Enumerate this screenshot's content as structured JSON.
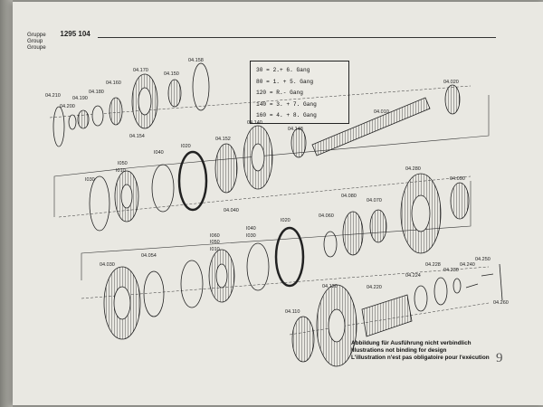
{
  "header": {
    "group_de": "Gruppe",
    "group_en": "Group",
    "group_fr": "Groupe",
    "group_number": "1295 104"
  },
  "legend": [
    "30 = 2.+ 6. Gang",
    "80 = 1. + 5. Gang",
    "120 = R.- Gang",
    "140 = 3. + 7. Gang",
    "160 = 4. + 8. Gang"
  ],
  "labels": {
    "l04210": "04.210",
    "l04200": "04.200",
    "l04190": "04.190",
    "l04180": "04.180",
    "l04160": "04.160",
    "l04150": "04.150",
    "l04170": "04.170",
    "l04158": "04.158",
    "l04020": "04.020",
    "l04010": "04.010",
    "l04148": "04.148",
    "l04140": "04.140",
    "l04152": "04.152",
    "l04154": "04.154",
    "l1040": "I040",
    "l1020": "I020",
    "l1050": "I050",
    "l1010": "I010",
    "l1030": "I030",
    "l04280": "04.280",
    "l04090": "04.090",
    "l04080": "04.080",
    "l04070": "04.070",
    "l04060": "04.060",
    "l04040": "04.040",
    "l2040": "I040",
    "l2020": "I020",
    "l2060": "I060",
    "l2050": "I050",
    "l2030": "I030",
    "l2010": "I010",
    "l04030": "04.030",
    "l04054": "04.054",
    "l04250": "04.250",
    "l04240": "04.240",
    "l04230": "04.230",
    "l04228": "04.228",
    "l04224": "04.224",
    "l04220": "04.220",
    "l04120": "04.120",
    "l04110": "04.110",
    "l04260": "04.260"
  },
  "caption": {
    "de": "Abbildung für Ausführung nicht verbindlich",
    "en": "Illustrations not binding for design",
    "fr": "L'illustration n'est pas obligatoire pour l'exécution"
  },
  "page_number": "9"
}
